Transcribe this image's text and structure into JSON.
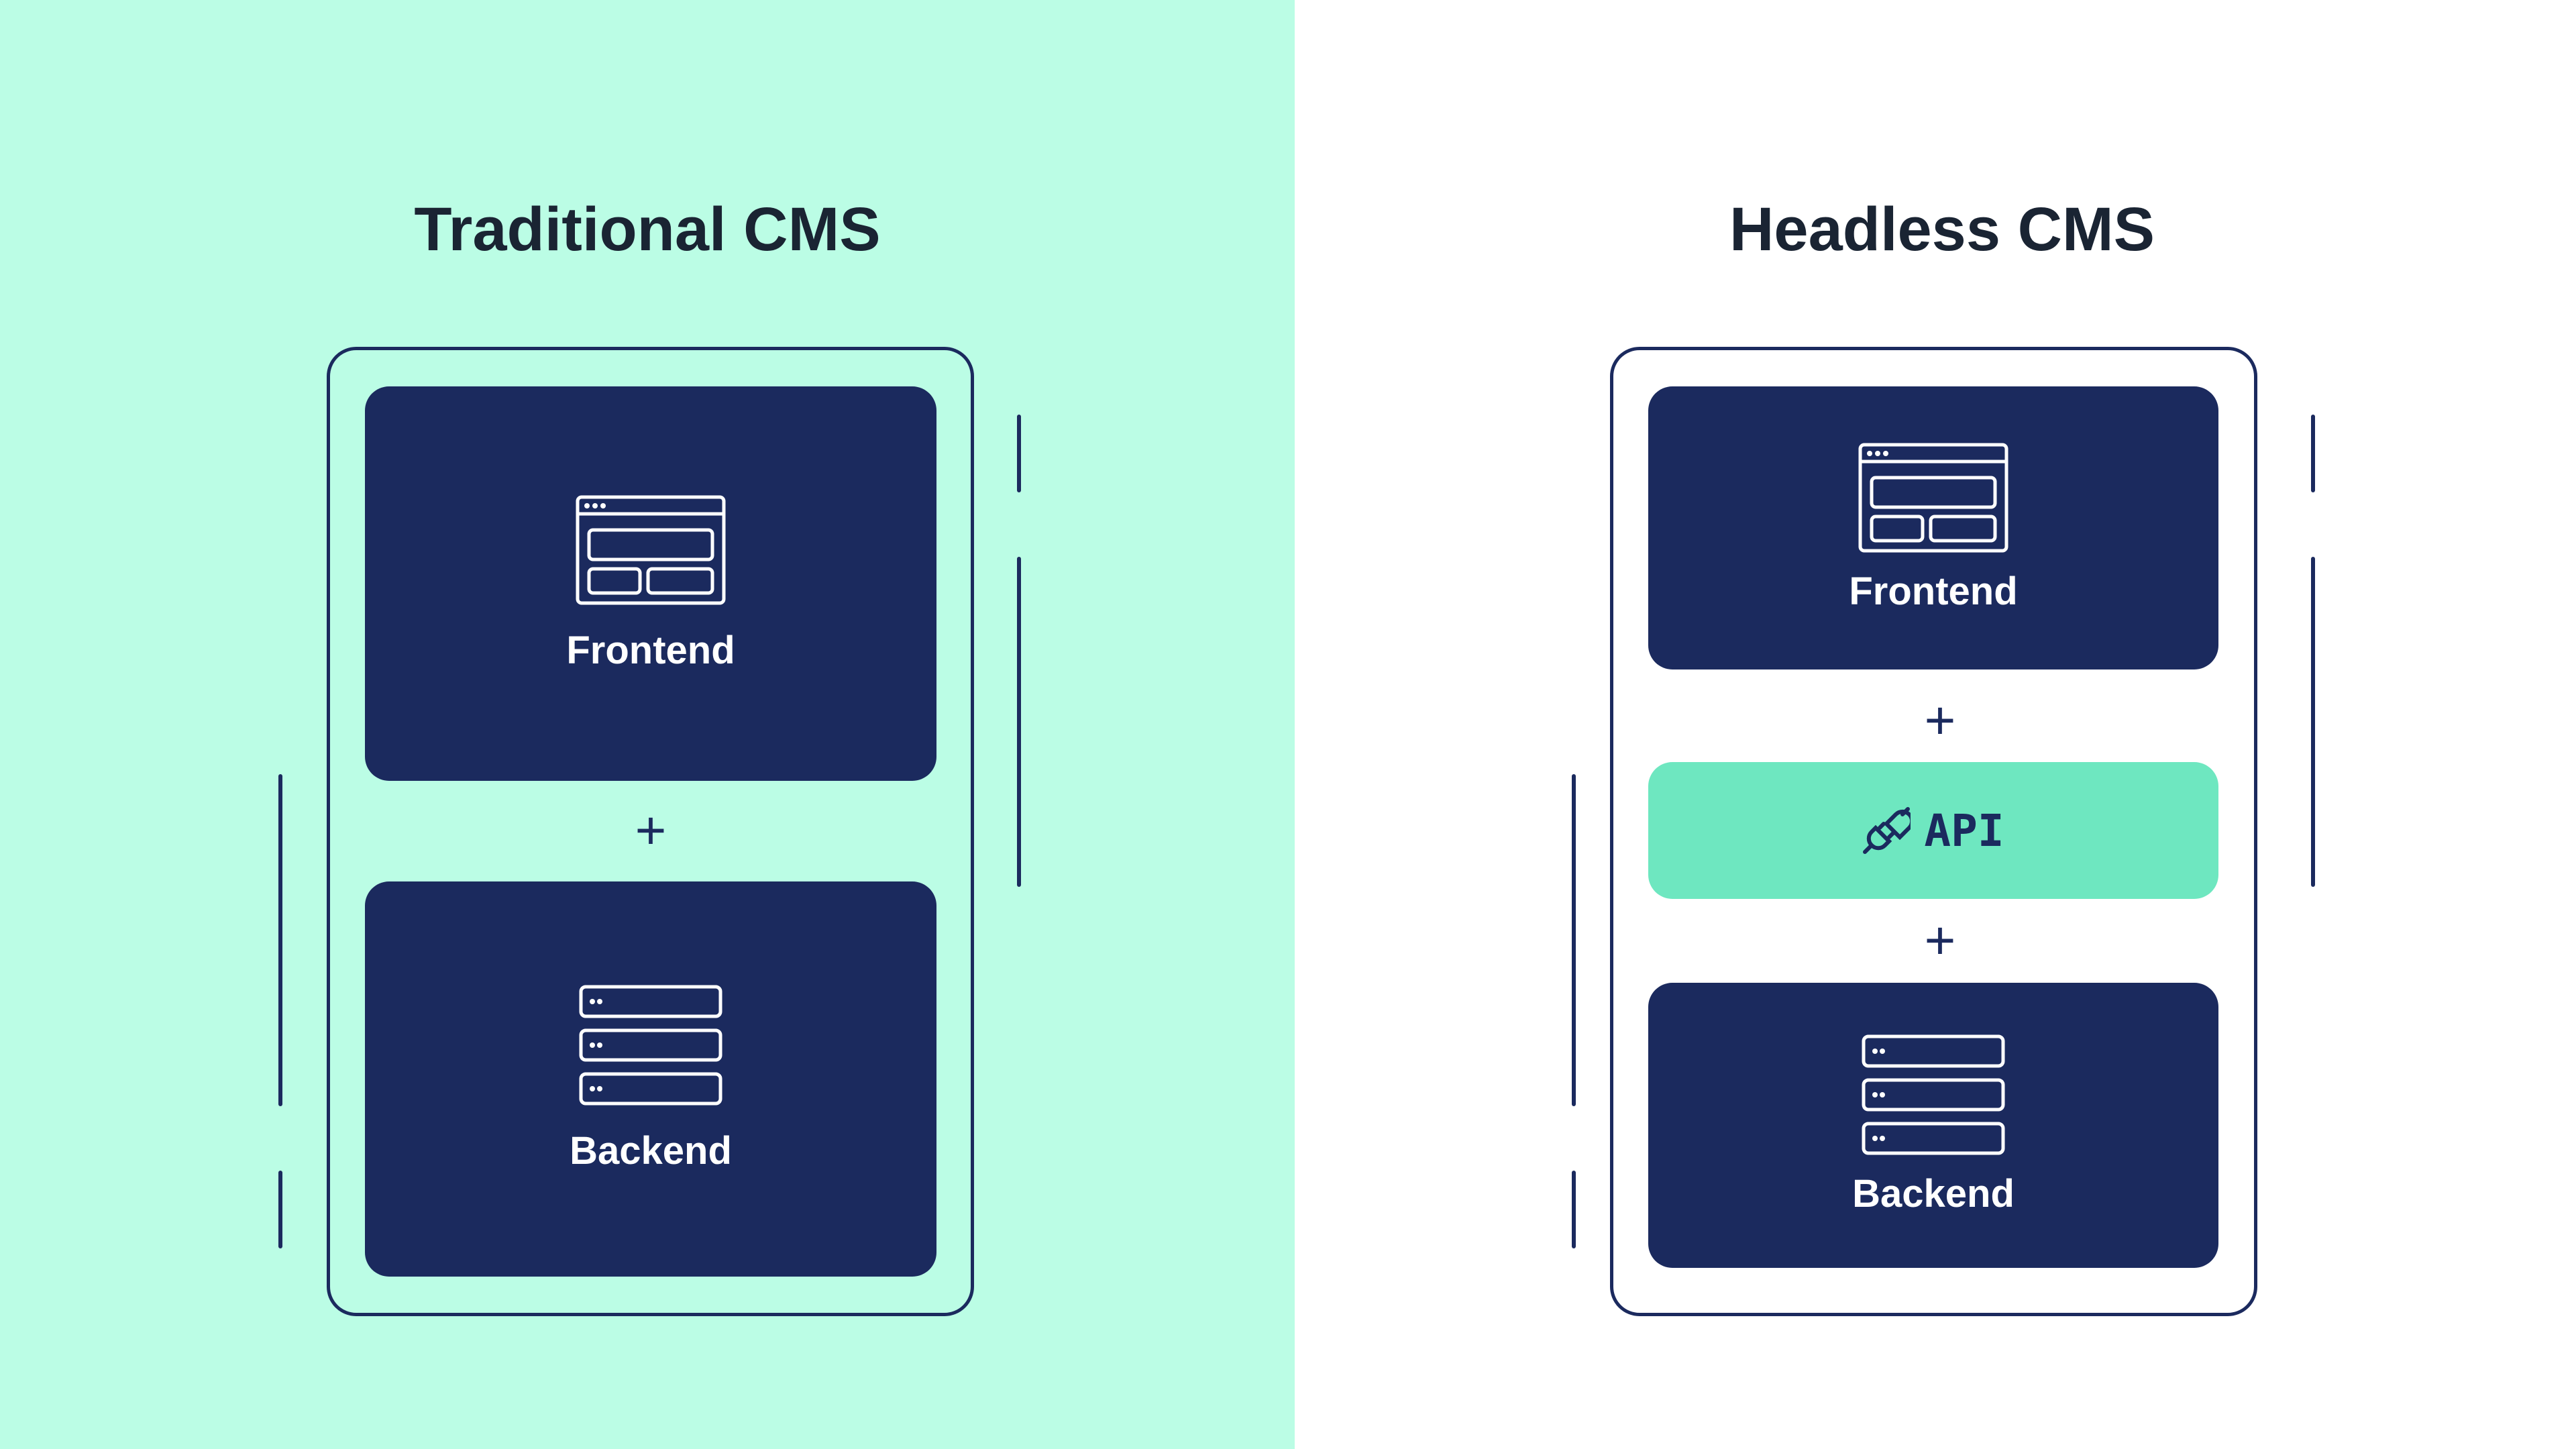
{
  "colors": {
    "left_background": "#BBFDE5",
    "navy": "#1B2A5E",
    "api_green": "#6EE7C0",
    "title": "#1A2433"
  },
  "traditional": {
    "title": "Traditional CMS",
    "frontend": "Frontend",
    "plus": "+",
    "backend": "Backend"
  },
  "headless": {
    "title": "Headless CMS",
    "frontend": "Frontend",
    "plus1": "+",
    "api": "API",
    "plus2": "+",
    "backend": "Backend"
  },
  "icons": {
    "frontend": "browser-window-icon",
    "backend": "server-stack-icon",
    "api": "plug-icon"
  }
}
